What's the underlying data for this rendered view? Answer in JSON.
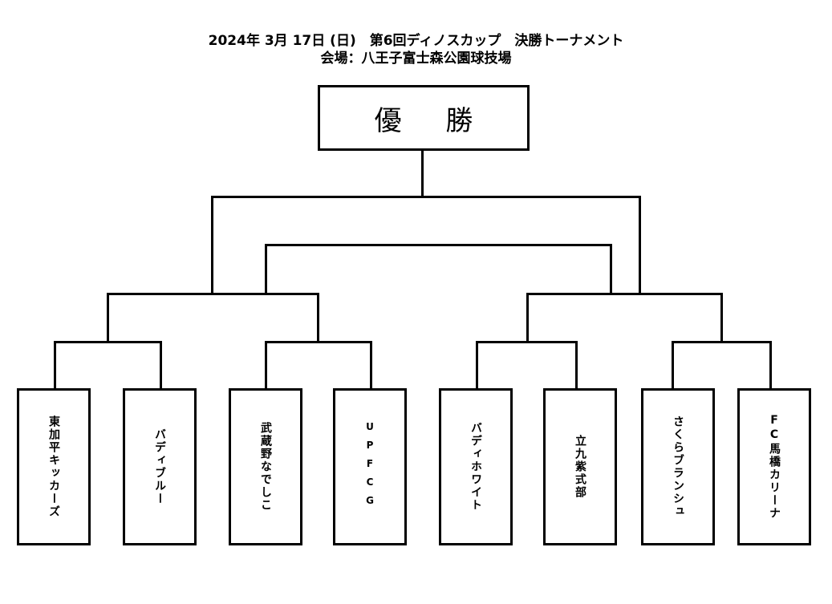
{
  "header": {
    "title": "2024年 3月 17日 (日)　第6回ディノスカップ　決勝トーナメント",
    "venue": "会場：八王子富士森公園球技場"
  },
  "champion": {
    "label": "優 勝"
  },
  "teams": [
    {
      "name": "東加平キッカーズ"
    },
    {
      "name": "バディブルー"
    },
    {
      "name": "武蔵野なでしこ"
    },
    {
      "name": "UPFCG"
    },
    {
      "name": "バディホワイト"
    },
    {
      "name": "立九紫式部"
    },
    {
      "name": "さくらブランシュ"
    },
    {
      "name": "FC馬橋カリーナ"
    }
  ]
}
